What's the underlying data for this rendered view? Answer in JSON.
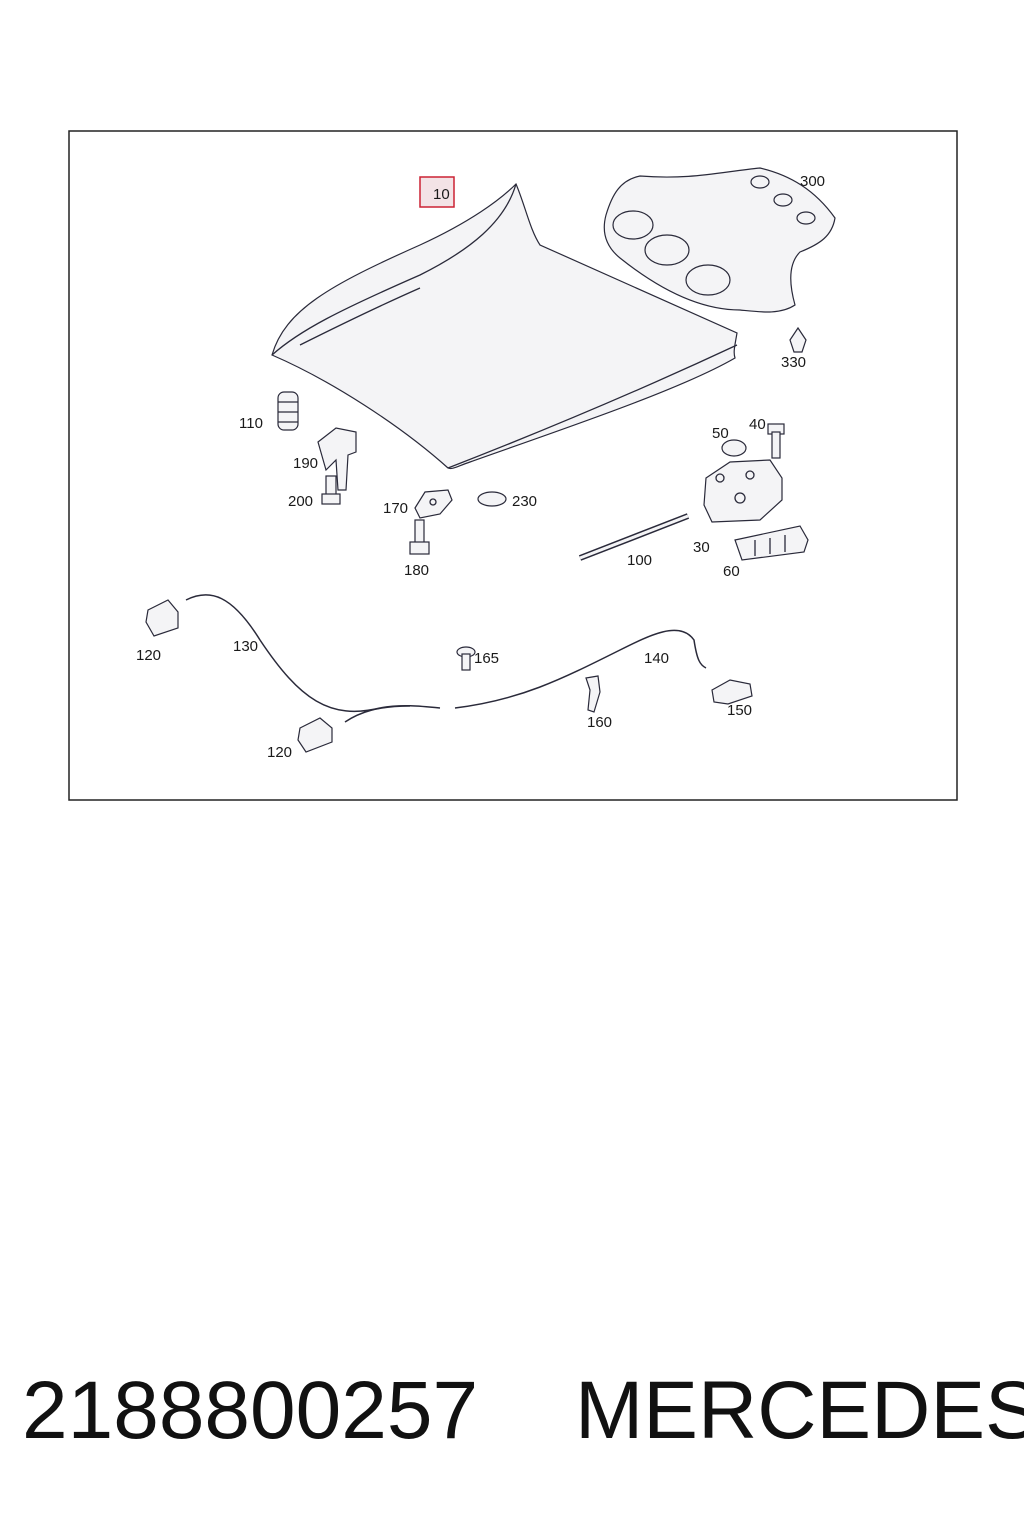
{
  "diagram": {
    "highlight_color": "#cc2233",
    "callouts": {
      "c10": "10",
      "c300": "300",
      "c330": "330",
      "c110": "110",
      "c190": "190",
      "c200": "200",
      "c170": "170",
      "c180": "180",
      "c230": "230",
      "c40": "40",
      "c50": "50",
      "c30": "30",
      "c60": "60",
      "c100": "100",
      "c120a": "120",
      "c130": "130",
      "c165": "165",
      "c140": "140",
      "c150": "150",
      "c160": "160",
      "c120b": "120"
    }
  },
  "caption": {
    "part_number": "2188800257",
    "brand": "MERCEDES"
  }
}
